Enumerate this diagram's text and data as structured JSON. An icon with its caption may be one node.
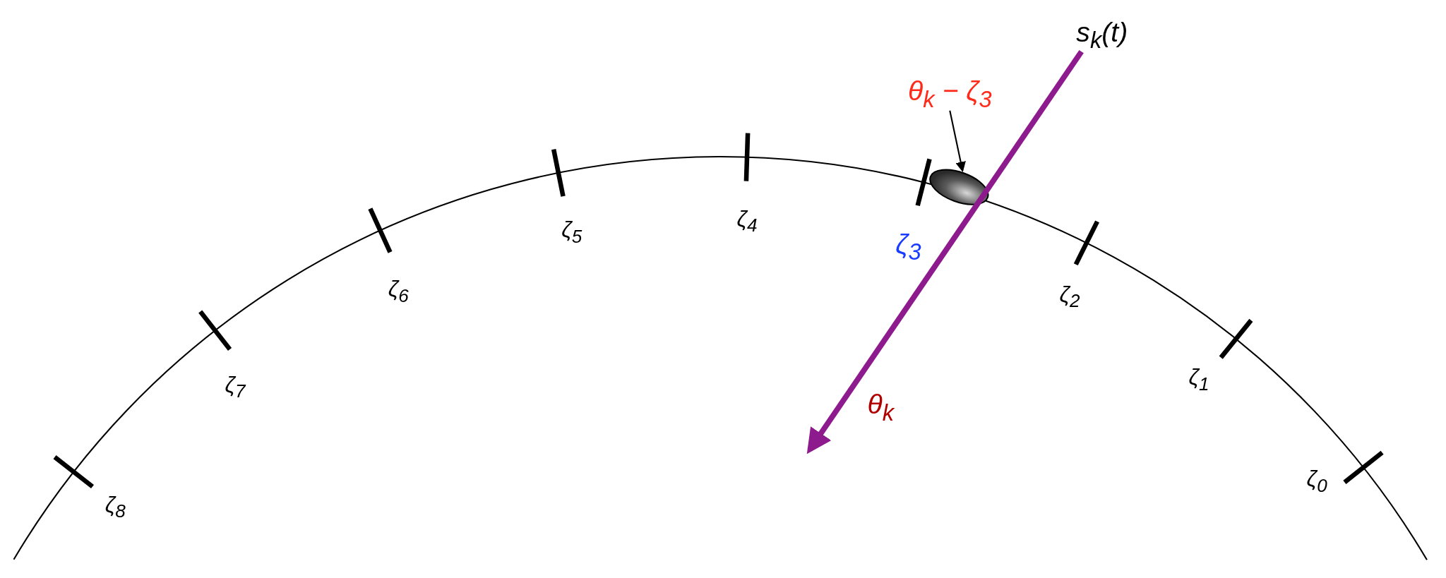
{
  "diagram": {
    "nodes": [
      {
        "text": [
          "s$_{k}$(t)"
        ]
      },
      {
        "text": [
          "θ$_{k}$ − ζ$_{3}$"
        ]
      },
      {
        "text": [],
        "shape": "ellipse"
      }
    ],
    "edges": [
      {
        "from": 0,
        "to": null,
        "arrow": "to",
        "label": "θ$_{k}$",
        "style": "thick",
        "color": "#8e1b8e"
      },
      {
        "from": 1,
        "to": 2,
        "arrow": "to",
        "color": "#000000"
      }
    ],
    "labels": [
      "ζ$_{0}$",
      "ζ$_{1}$",
      "ζ$_{2}$",
      "ζ$_{3}$",
      "ζ$_{4}$",
      "ζ$_{5}$",
      "ζ$_{6}$",
      "ζ$_{7}$",
      "ζ$_{8}$"
    ]
  }
}
